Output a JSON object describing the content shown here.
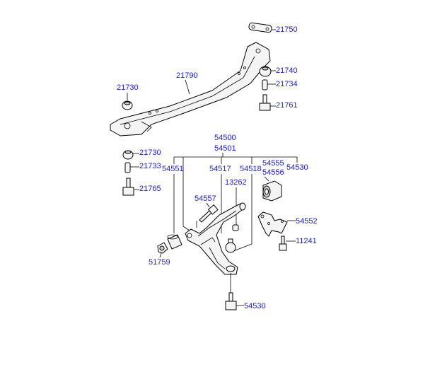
{
  "diagram_title": "",
  "part_labels": {
    "l21750": "21750",
    "l21740": "21740",
    "l21734": "21734",
    "l21761": "21761",
    "l21790": "21790",
    "l21730_top": "21730",
    "l54500": "54500",
    "l54501": "54501",
    "l21730_mid": "21730",
    "l21733": "21733",
    "l21765": "21765",
    "l54551": "54551",
    "l54517": "54517",
    "l54518": "54518",
    "l54555": "54555",
    "l54556": "54556",
    "l54530_top": "54530",
    "l13262": "13262",
    "l54557": "54557",
    "l54552": "54552",
    "l11241": "11241",
    "l51759": "51759",
    "l54530_bottom": "54530"
  },
  "colors": {
    "label": "#1a1ae6",
    "line": "#000000"
  }
}
